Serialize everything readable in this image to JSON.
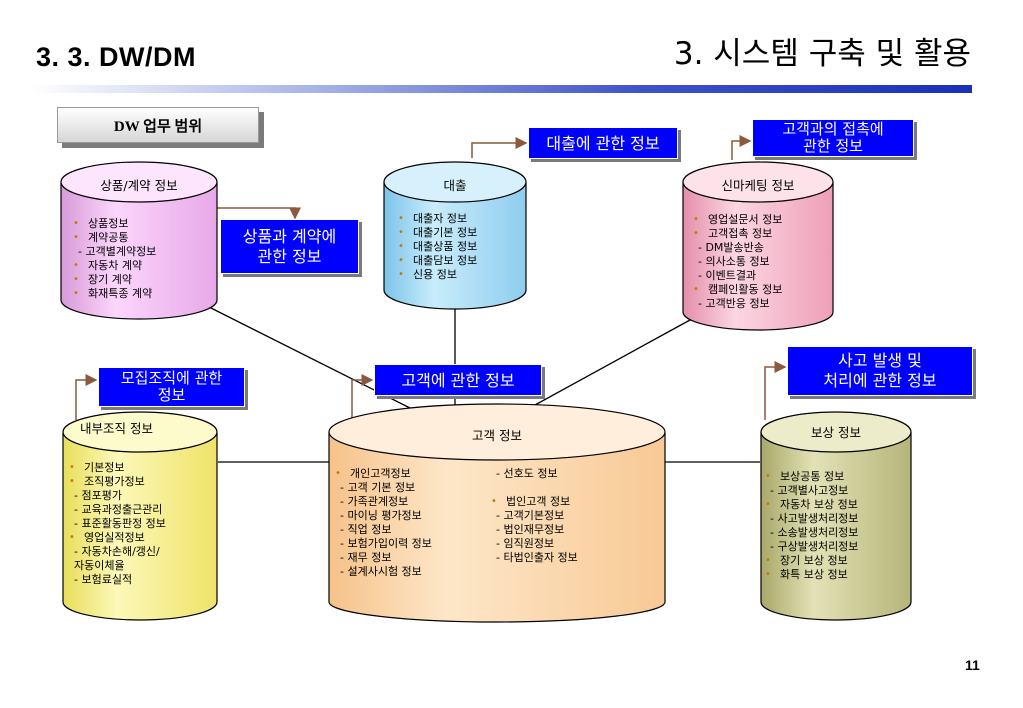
{
  "header": {
    "section": "3. 3. DW/DM",
    "chapter": "3. 시스템 구축 및 활용"
  },
  "scope_label": "DW 업무 범위",
  "colors": {
    "callout_blue": "#0000ff",
    "product_fill": "#f6c6f6",
    "loan_fill": "#a9dcf5",
    "marketing_fill": "#f9c5d6",
    "org_fill": "#faf5a0",
    "customer_fill": "#fcd8a8",
    "comp_fill": "#c9c98f",
    "bullet": "#c87800"
  },
  "callouts": {
    "product": "상품과 계약에\n관한 정보",
    "loan": "대출에 관한 정보",
    "contact": "고객과의 접촉에\n관한 정보",
    "org": "모집조직에 관한\n정보",
    "customer": "고객에 관한 정보",
    "accident": "사고 발생 및\n처리에 관한 정보"
  },
  "cylinders": {
    "product": {
      "title": "상품/계약 정보",
      "items": [
        {
          "kind": "b",
          "text": "상품정보"
        },
        {
          "kind": "b",
          "text": "계약공통"
        },
        {
          "kind": "s",
          "text": "- 고객별계약정보"
        },
        {
          "kind": "b",
          "text": "자동차 계약"
        },
        {
          "kind": "b",
          "text": "장기 계약"
        },
        {
          "kind": "b",
          "text": "화재특종 계약"
        }
      ]
    },
    "loan": {
      "title": "대출",
      "items": [
        {
          "kind": "b",
          "text": "대출자 정보"
        },
        {
          "kind": "b",
          "text": "대출기본 정보"
        },
        {
          "kind": "b",
          "text": "대출상품 정보"
        },
        {
          "kind": "b",
          "text": "대출담보 정보"
        },
        {
          "kind": "b",
          "text": "신용 정보"
        }
      ]
    },
    "marketing": {
      "title": "신마케팅 정보",
      "items": [
        {
          "kind": "b",
          "text": "영업설문서 정보"
        },
        {
          "kind": "b",
          "text": "고객접촉 정보"
        },
        {
          "kind": "s",
          "text": "- DM발송반송"
        },
        {
          "kind": "s",
          "text": "- 의사소통 정보"
        },
        {
          "kind": "s",
          "text": "- 이벤트결과"
        },
        {
          "kind": "b",
          "text": "캠페인활동 정보"
        },
        {
          "kind": "s",
          "text": "- 고객반응 정보"
        }
      ]
    },
    "org": {
      "title": "내부조직 정보",
      "items": [
        {
          "kind": "b",
          "text": "기본정보"
        },
        {
          "kind": "b",
          "text": "조직평가정보"
        },
        {
          "kind": "s",
          "text": "- 점포평가"
        },
        {
          "kind": "s",
          "text": "- 교육과정출근관리"
        },
        {
          "kind": "s",
          "text": "- 표준활동판정 정보"
        },
        {
          "kind": "b",
          "text": "영업실적정보"
        },
        {
          "kind": "s",
          "text": "- 자동차손해/갱신/"
        },
        {
          "kind": "s",
          "text": "  자동이체율"
        },
        {
          "kind": "s",
          "text": "- 보험료실적"
        }
      ]
    },
    "customer": {
      "title": "고객 정보",
      "items_left": [
        {
          "kind": "b",
          "text": "개인고객정보"
        },
        {
          "kind": "s",
          "text": "- 고객 기본 정보"
        },
        {
          "kind": "s",
          "text": "- 가족관계정보"
        },
        {
          "kind": "s",
          "text": "- 마이닝 평가정보"
        },
        {
          "kind": "s",
          "text": "- 직업 정보"
        },
        {
          "kind": "s",
          "text": "- 보험가입이력 정보"
        },
        {
          "kind": "s",
          "text": "- 재무 정보"
        },
        {
          "kind": "s",
          "text": "- 설계사시험 정보"
        }
      ],
      "items_right": [
        {
          "kind": "s",
          "text": "- 선호도 정보"
        },
        {
          "kind": "gap",
          "text": ""
        },
        {
          "kind": "b",
          "text": "법인고객 정보"
        },
        {
          "kind": "s",
          "text": "- 고객기본정보"
        },
        {
          "kind": "s",
          "text": "- 법인재무정보"
        },
        {
          "kind": "s",
          "text": "- 임직원정보"
        },
        {
          "kind": "s",
          "text": "- 타법인출자 정보"
        }
      ]
    },
    "comp": {
      "title": "보상 정보",
      "items": [
        {
          "kind": "b",
          "text": "보상공통 정보"
        },
        {
          "kind": "s",
          "text": "- 고객별사고정보"
        },
        {
          "kind": "b",
          "text": "자동차 보상 정보"
        },
        {
          "kind": "s",
          "text": "- 사고발생처리정보"
        },
        {
          "kind": "s",
          "text": "- 소송발생처리정보"
        },
        {
          "kind": "s",
          "text": "- 구상발생처리정보"
        },
        {
          "kind": "b",
          "text": "장기 보상 정보"
        },
        {
          "kind": "b",
          "text": "화특 보상 정보"
        }
      ]
    }
  },
  "page_number": "11"
}
